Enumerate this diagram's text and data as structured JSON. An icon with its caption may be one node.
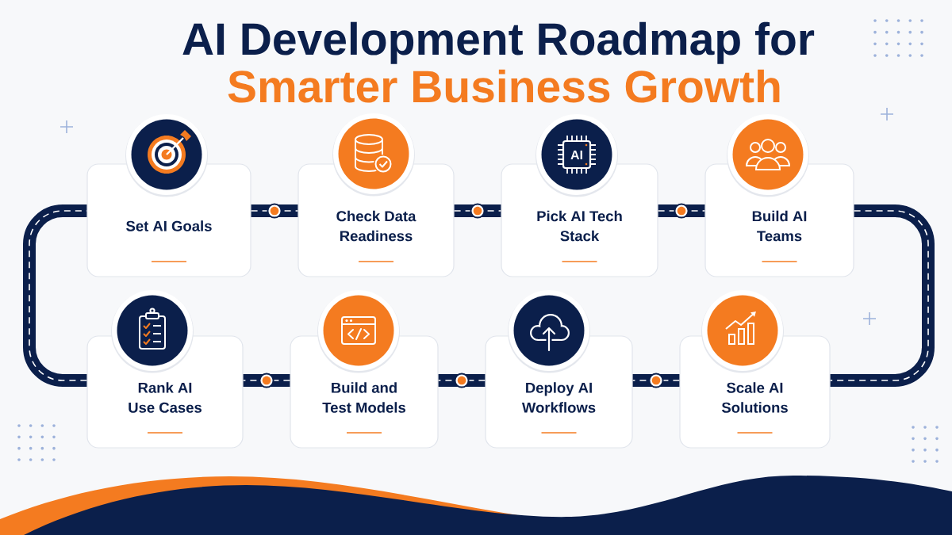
{
  "diagram": {
    "title": "AI Development Roadmap for",
    "nodes": [
      {
        "text": [
          "Set AI Goals"
        ]
      },
      {
        "text": [
          "Check Data Readiness"
        ]
      },
      {
        "text": [
          "Pick AI Tech Stack"
        ],
        "beside": [
          "AI"
        ]
      },
      {
        "text": [
          "Build AI Teams"
        ]
      },
      {
        "text": [
          "Rank AI Use Cases"
        ]
      },
      {
        "text": [
          "Build and Test Models"
        ]
      },
      {
        "text": [
          "Deploy AI Workflows"
        ]
      },
      {
        "text": [
          "Scale AI Solutions"
        ]
      }
    ],
    "edges": [
      {
        "from": 0,
        "to": 1,
        "arrow": "none"
      },
      {
        "from": 1,
        "to": 2,
        "arrow": "none"
      },
      {
        "from": 2,
        "to": 3,
        "arrow": "none"
      },
      {
        "from": 3,
        "to": 7,
        "arrow": "none"
      },
      {
        "from": 7,
        "to": 6,
        "arrow": "none"
      },
      {
        "from": 6,
        "to": 5,
        "arrow": "none"
      },
      {
        "from": 5,
        "to": 4,
        "arrow": "none"
      },
      {
        "from": 4,
        "to": 0,
        "arrow": "none"
      }
    ],
    "labels": [
      "Smarter Business Growth"
    ]
  }
}
